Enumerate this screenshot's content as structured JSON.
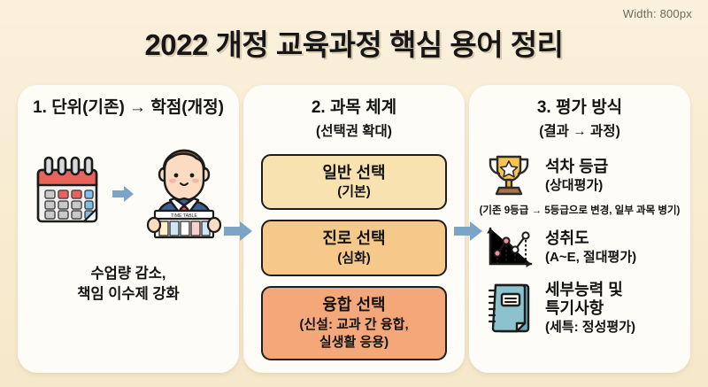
{
  "meta": {
    "width_badge": "Width: 800px"
  },
  "header": {
    "title": "2022 개정 교육과정 핵심 용어 정리"
  },
  "colors": {
    "background": "#f8ecd2",
    "card": "#fdfcf7",
    "arrow": "#7ba4c6",
    "box_general": "#f8e3b0",
    "box_career": "#f6c98b",
    "box_fusion": "#f4a87a",
    "trophy_gold": "#f5c451",
    "notebook_teal": "#7fb8c4",
    "marker_pink": "#f08fa0"
  },
  "cards": [
    {
      "id": "unit-to-credit",
      "title": "1. 단위(기존) → 학점(개정)",
      "icons": [
        "calendar-icon",
        "arrow-right-icon",
        "student-timetable-icon"
      ],
      "timetable_label": "TIME TABLE",
      "footer": "수업량 감소,\n책임 이수제 강화",
      "footer_line1": "수업량 감소,",
      "footer_line2": "책임 이수제 강화"
    },
    {
      "id": "subject-system",
      "title": "2. 과목 체계",
      "subtitle": "(선택권 확대)",
      "boxes": [
        {
          "name": "일반 선택",
          "note": "(기본)",
          "color_key": "box_general"
        },
        {
          "name": "진로 선택",
          "note": "(심화)",
          "color_key": "box_career"
        },
        {
          "name": "융합 선택",
          "note": "(신설: 교과 간 융합,\n실생활 응용)",
          "note_line1": "(신설: 교과 간 융합,",
          "note_line2": "실생활 응용)",
          "color_key": "box_fusion"
        }
      ]
    },
    {
      "id": "evaluation-method",
      "title": "3. 평가 방식",
      "subtitle": "(결과 → 과정)",
      "items": [
        {
          "icon": "trophy-icon",
          "name": "석차 등급",
          "note": "(상대평가)"
        },
        {
          "icon": "line-chart-icon",
          "name": "성취도",
          "note": "(A~E, 절대평가)"
        },
        {
          "icon": "notebook-icon",
          "name": "세부능력 및\n특기사항",
          "name_line1": "세부능력 및",
          "name_line2": "특기사항",
          "note": "(세특: 정성평가)"
        }
      ],
      "footnote": "(기존 9등급 → 5등급으로 변경, 일부 과목 병기)"
    }
  ]
}
